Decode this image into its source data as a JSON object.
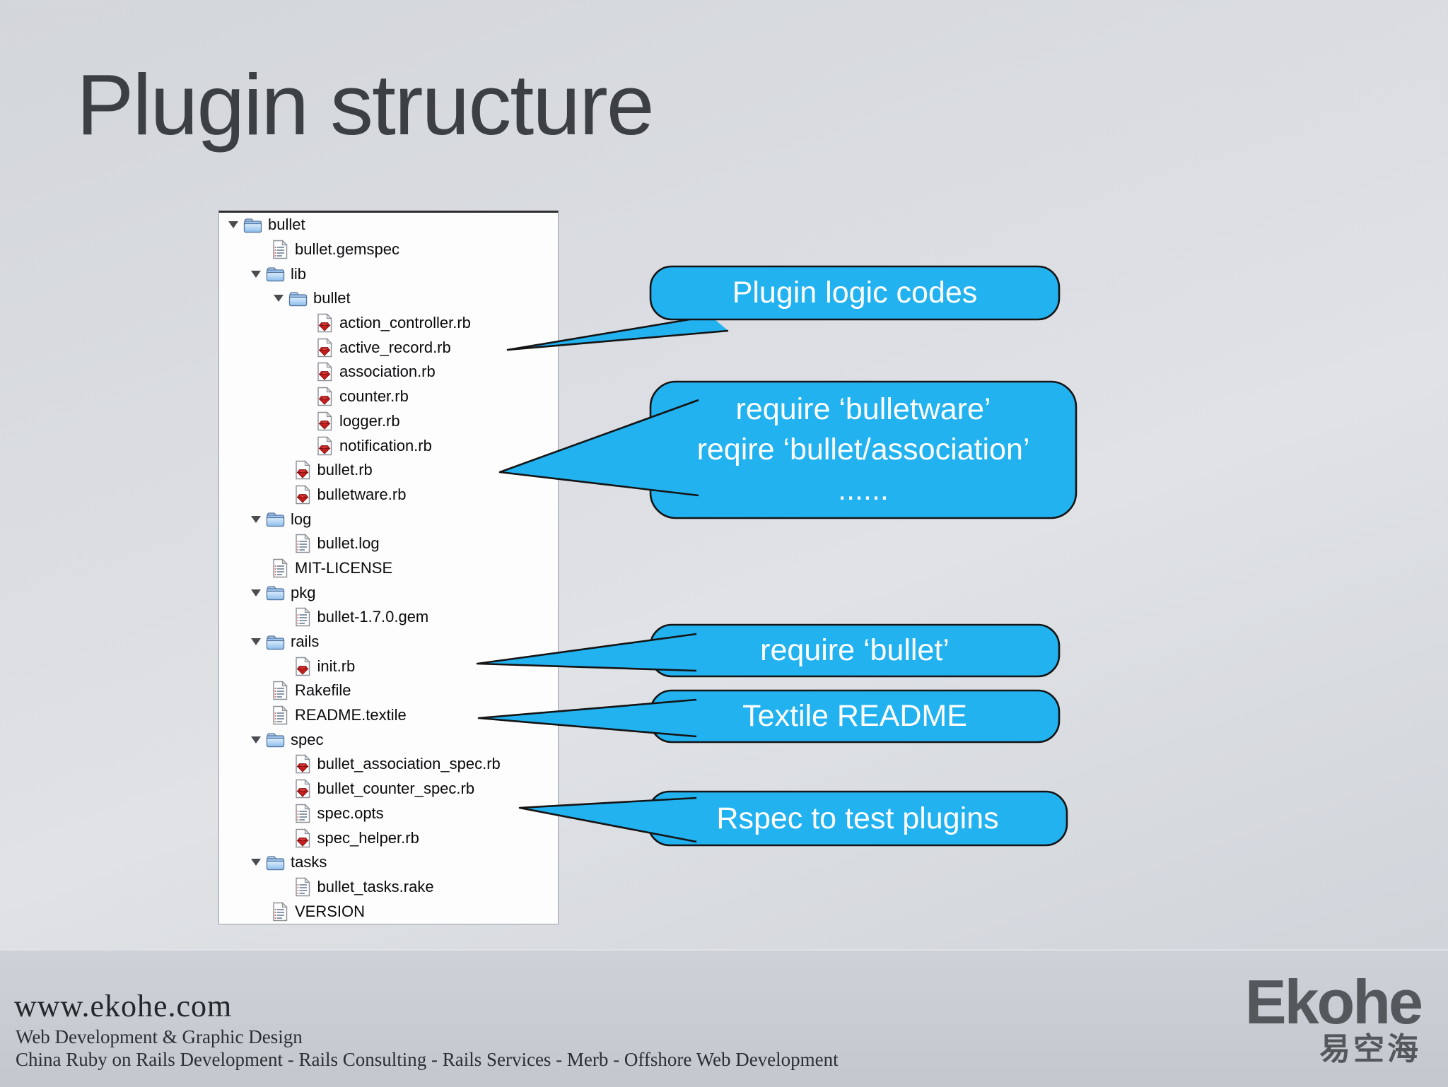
{
  "slide": {
    "title": "Plugin structure"
  },
  "colors": {
    "callout_fill": "#22b2f0",
    "callout_outline": "#141414",
    "panel_background": "#fdfdfe",
    "background_gray": "#d5d8dd",
    "ruby_red": "#c41e1e",
    "folder_blue": "#a8cdf0",
    "title_gray": "#3c4045",
    "logo_gray": "#54585d"
  },
  "tree": {
    "items": [
      {
        "label": "bullet",
        "depth": 0,
        "type": "folder",
        "icon": "folder-icon"
      },
      {
        "label": "bullet.gemspec",
        "depth": 1,
        "type": "doc",
        "icon": "document-icon"
      },
      {
        "label": "lib",
        "depth": 1,
        "type": "folder",
        "icon": "folder-icon"
      },
      {
        "label": "bullet",
        "depth": 2,
        "type": "folder",
        "icon": "folder-icon"
      },
      {
        "label": "action_controller.rb",
        "depth": 3,
        "type": "ruby",
        "icon": "ruby-file-icon"
      },
      {
        "label": "active_record.rb",
        "depth": 3,
        "type": "ruby",
        "icon": "ruby-file-icon"
      },
      {
        "label": "association.rb",
        "depth": 3,
        "type": "ruby",
        "icon": "ruby-file-icon"
      },
      {
        "label": "counter.rb",
        "depth": 3,
        "type": "ruby",
        "icon": "ruby-file-icon"
      },
      {
        "label": "logger.rb",
        "depth": 3,
        "type": "ruby",
        "icon": "ruby-file-icon"
      },
      {
        "label": "notification.rb",
        "depth": 3,
        "type": "ruby",
        "icon": "ruby-file-icon"
      },
      {
        "label": "bullet.rb",
        "depth": 2,
        "type": "ruby",
        "icon": "ruby-file-icon"
      },
      {
        "label": "bulletware.rb",
        "depth": 2,
        "type": "ruby",
        "icon": "ruby-file-icon"
      },
      {
        "label": "log",
        "depth": 1,
        "type": "folder",
        "icon": "folder-icon"
      },
      {
        "label": "bullet.log",
        "depth": 2,
        "type": "doc",
        "icon": "document-icon"
      },
      {
        "label": "MIT-LICENSE",
        "depth": 1,
        "type": "doc",
        "icon": "document-icon"
      },
      {
        "label": "pkg",
        "depth": 1,
        "type": "folder",
        "icon": "folder-icon"
      },
      {
        "label": "bullet-1.7.0.gem",
        "depth": 2,
        "type": "doc",
        "icon": "document-icon"
      },
      {
        "label": "rails",
        "depth": 1,
        "type": "folder",
        "icon": "folder-icon"
      },
      {
        "label": "init.rb",
        "depth": 2,
        "type": "ruby",
        "icon": "ruby-file-icon"
      },
      {
        "label": "Rakefile",
        "depth": 1,
        "type": "doc",
        "icon": "document-icon"
      },
      {
        "label": "README.textile",
        "depth": 1,
        "type": "doc",
        "icon": "document-icon"
      },
      {
        "label": "spec",
        "depth": 1,
        "type": "folder",
        "icon": "folder-icon"
      },
      {
        "label": "bullet_association_spec.rb",
        "depth": 2,
        "type": "ruby",
        "icon": "ruby-file-icon"
      },
      {
        "label": "bullet_counter_spec.rb",
        "depth": 2,
        "type": "ruby",
        "icon": "ruby-file-icon"
      },
      {
        "label": "spec.opts",
        "depth": 2,
        "type": "doc",
        "icon": "document-icon"
      },
      {
        "label": "spec_helper.rb",
        "depth": 2,
        "type": "ruby",
        "icon": "ruby-file-icon"
      },
      {
        "label": "tasks",
        "depth": 1,
        "type": "folder",
        "icon": "folder-icon"
      },
      {
        "label": "bullet_tasks.rake",
        "depth": 2,
        "type": "doc",
        "icon": "document-icon"
      },
      {
        "label": "VERSION",
        "depth": 1,
        "type": "doc",
        "icon": "document-icon"
      }
    ]
  },
  "callouts": [
    {
      "id": "plugin-logic-codes",
      "lines": [
        "Plugin logic codes"
      ]
    },
    {
      "id": "require-bulletware",
      "lines": [
        "require ‘bulletware’",
        "reqire ‘bullet/association’",
        "......"
      ]
    },
    {
      "id": "require-bullet",
      "lines": [
        "require ‘bullet’"
      ]
    },
    {
      "id": "textile-readme",
      "lines": [
        "Textile README"
      ]
    },
    {
      "id": "rspec-test-plugins",
      "lines": [
        "Rspec to test plugins"
      ]
    }
  ],
  "footer": {
    "url": "www.ekohe.com",
    "tagline": "Web Development & Graphic Design",
    "services": "China Ruby on Rails Development - Rails Consulting - Rails Services - Merb - Offshore Web Development",
    "logo": "Ekohe",
    "logo_cn": "易空海"
  }
}
